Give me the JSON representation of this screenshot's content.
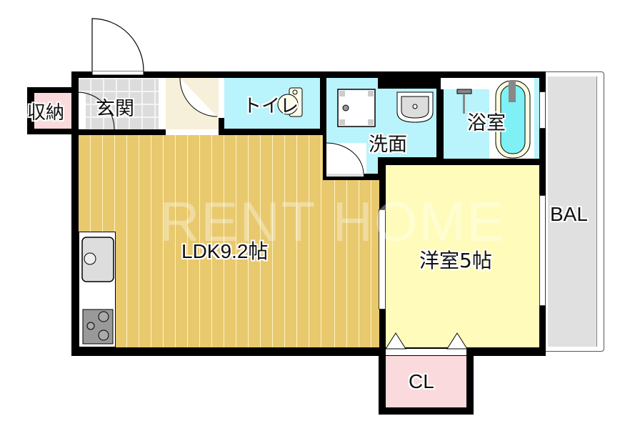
{
  "floorplan": {
    "watermark": "RENT HOME",
    "rooms": {
      "storage": {
        "label": "収納",
        "color": "#fadadd"
      },
      "entrance": {
        "label": "玄関",
        "color": "#dcdcdc"
      },
      "toilet": {
        "label": "トイレ",
        "color": "#b9f3fb"
      },
      "washroom": {
        "label": "洗面",
        "color": "#b9f3fb"
      },
      "bathroom": {
        "label": "浴室",
        "color": "#b9f3fb"
      },
      "ldk": {
        "label": "LDK9.2帖",
        "color": "#e8c96e"
      },
      "western_room": {
        "label": "洋室5帖",
        "color": "#fffcbb"
      },
      "closet": {
        "label": "CL",
        "color": "#fadadd"
      },
      "balcony": {
        "label": "BAL",
        "color": "#e0e0e0"
      }
    },
    "fixtures": [
      "front-door",
      "kitchen-sink",
      "gas-stove",
      "toilet-bowl",
      "washing-machine-pan",
      "wash-basin",
      "bathtub",
      "shower-faucet"
    ]
  }
}
